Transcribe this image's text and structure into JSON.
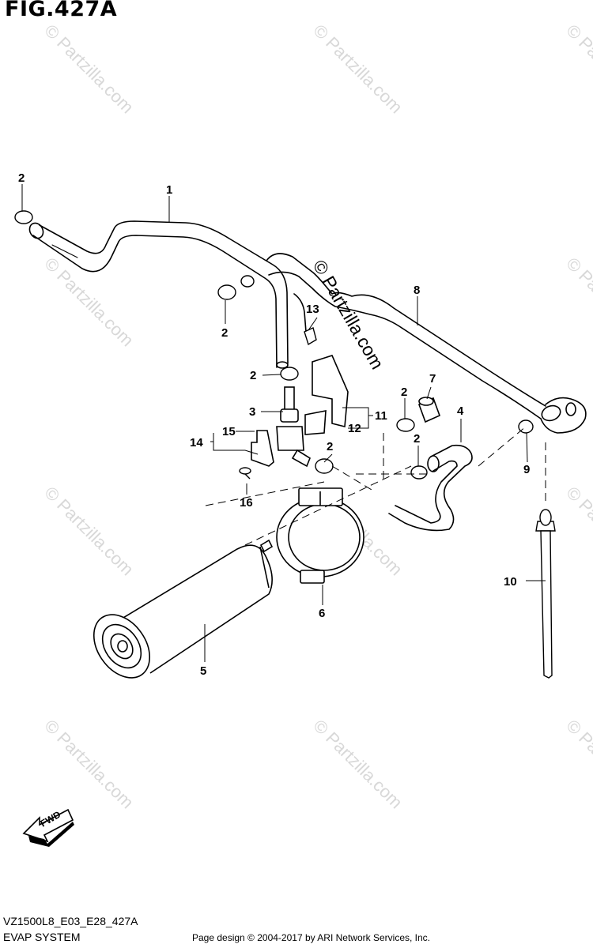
{
  "figure": {
    "title": "FIG.427A",
    "model_code": "VZ1500L8_E03_E28_427A",
    "section_name": "EVAP SYSTEM",
    "credit": "Page design © 2004-2017 by ARI Network Services, Inc.",
    "fwd_label": "FWD"
  },
  "watermark": {
    "text": "© Partzilla.com"
  },
  "callouts": [
    {
      "id": "c1",
      "label": "1"
    },
    {
      "id": "c2a",
      "label": "2"
    },
    {
      "id": "c2b",
      "label": "2"
    },
    {
      "id": "c2c",
      "label": "2"
    },
    {
      "id": "c2d",
      "label": "2"
    },
    {
      "id": "c2e",
      "label": "2"
    },
    {
      "id": "c2f",
      "label": "2"
    },
    {
      "id": "c3",
      "label": "3"
    },
    {
      "id": "c4",
      "label": "4"
    },
    {
      "id": "c5",
      "label": "5"
    },
    {
      "id": "c6",
      "label": "6"
    },
    {
      "id": "c7",
      "label": "7"
    },
    {
      "id": "c8",
      "label": "8"
    },
    {
      "id": "c9",
      "label": "9"
    },
    {
      "id": "c10",
      "label": "10"
    },
    {
      "id": "c11",
      "label": "11"
    },
    {
      "id": "c12",
      "label": "12"
    },
    {
      "id": "c13",
      "label": "13"
    },
    {
      "id": "c14",
      "label": "14"
    },
    {
      "id": "c15",
      "label": "15"
    },
    {
      "id": "c16",
      "label": "16"
    }
  ]
}
